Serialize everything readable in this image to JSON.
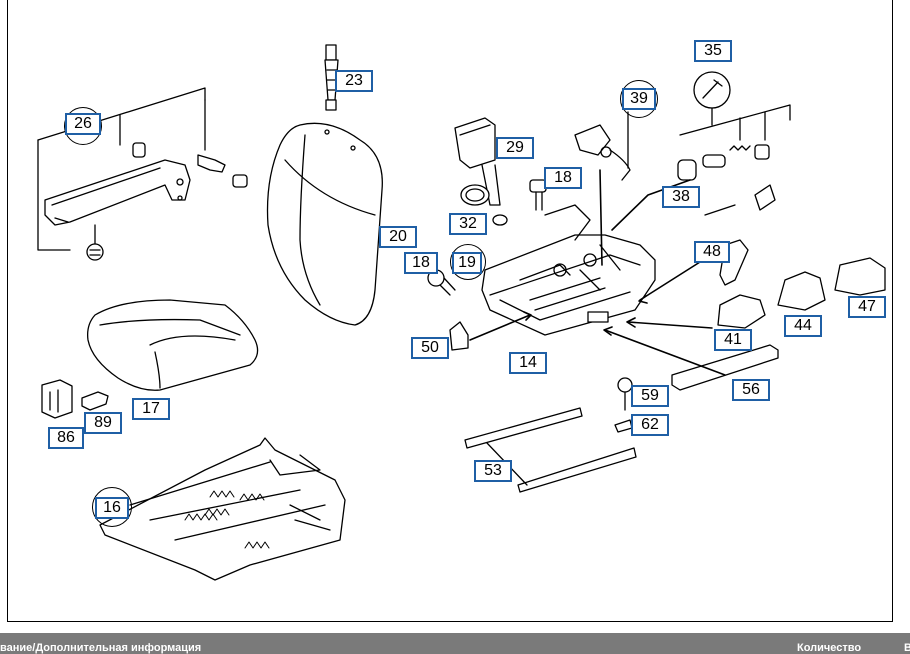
{
  "diagram": {
    "callouts": {
      "c16": "16",
      "c17": "17",
      "c14": "14",
      "c18a": "18",
      "c18b": "18",
      "c19": "19",
      "c20": "20",
      "c23": "23",
      "c26": "26",
      "c29": "29",
      "c32": "32",
      "c35": "35",
      "c38": "38",
      "c39": "39",
      "c41": "41",
      "c44": "44",
      "c47": "47",
      "c48": "48",
      "c50": "50",
      "c53": "53",
      "c56": "56",
      "c59": "59",
      "c62": "62",
      "c86": "86",
      "c89": "89"
    }
  },
  "footer": {
    "description_header": "вание/Дополнительная информация",
    "quantity_header": "Количество",
    "edge_letter": "В"
  },
  "colors": {
    "callout_border": "#1f5fa5",
    "footer_bg": "#7a7a7a",
    "line": "#000000"
  }
}
